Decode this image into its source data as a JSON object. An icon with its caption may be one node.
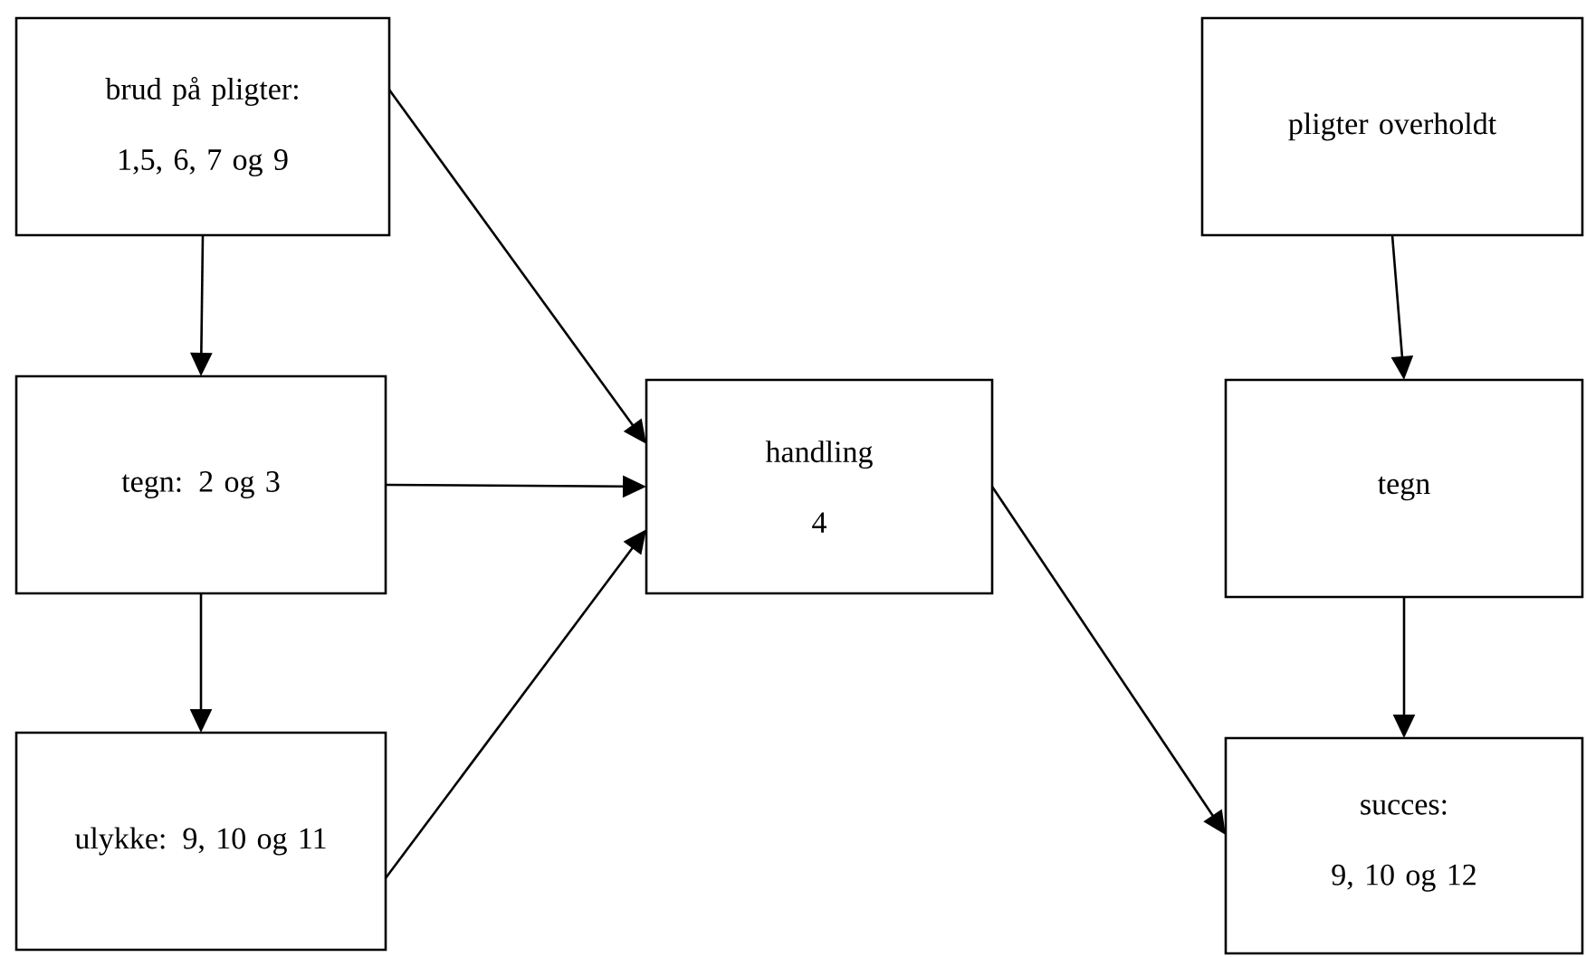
{
  "diagram": {
    "nodes": [
      {
        "text": [
          "brud på pligter:",
          "1,5, 6, 7 og 9"
        ]
      },
      {
        "text": [
          "tegn: 2 og 3"
        ]
      },
      {
        "text": [
          "ulykke: 9, 10 og 11"
        ]
      },
      {
        "text": [
          "handling",
          "4"
        ]
      },
      {
        "text": [
          "pligter overholdt"
        ]
      },
      {
        "text": [
          "tegn"
        ]
      },
      {
        "text": [
          "succes:",
          "9, 10 og 12"
        ]
      }
    ],
    "edges": [
      {
        "from": 0,
        "to": 1,
        "arrow": "to"
      },
      {
        "from": 1,
        "to": 2,
        "arrow": "to"
      },
      {
        "from": 0,
        "to": 3,
        "arrow": "to"
      },
      {
        "from": 1,
        "to": 3,
        "arrow": "to"
      },
      {
        "from": 2,
        "to": 3,
        "arrow": "to"
      },
      {
        "from": 3,
        "to": 6,
        "arrow": "to"
      },
      {
        "from": 4,
        "to": 5,
        "arrow": "to"
      },
      {
        "from": 5,
        "to": 6,
        "arrow": "to"
      }
    ]
  }
}
